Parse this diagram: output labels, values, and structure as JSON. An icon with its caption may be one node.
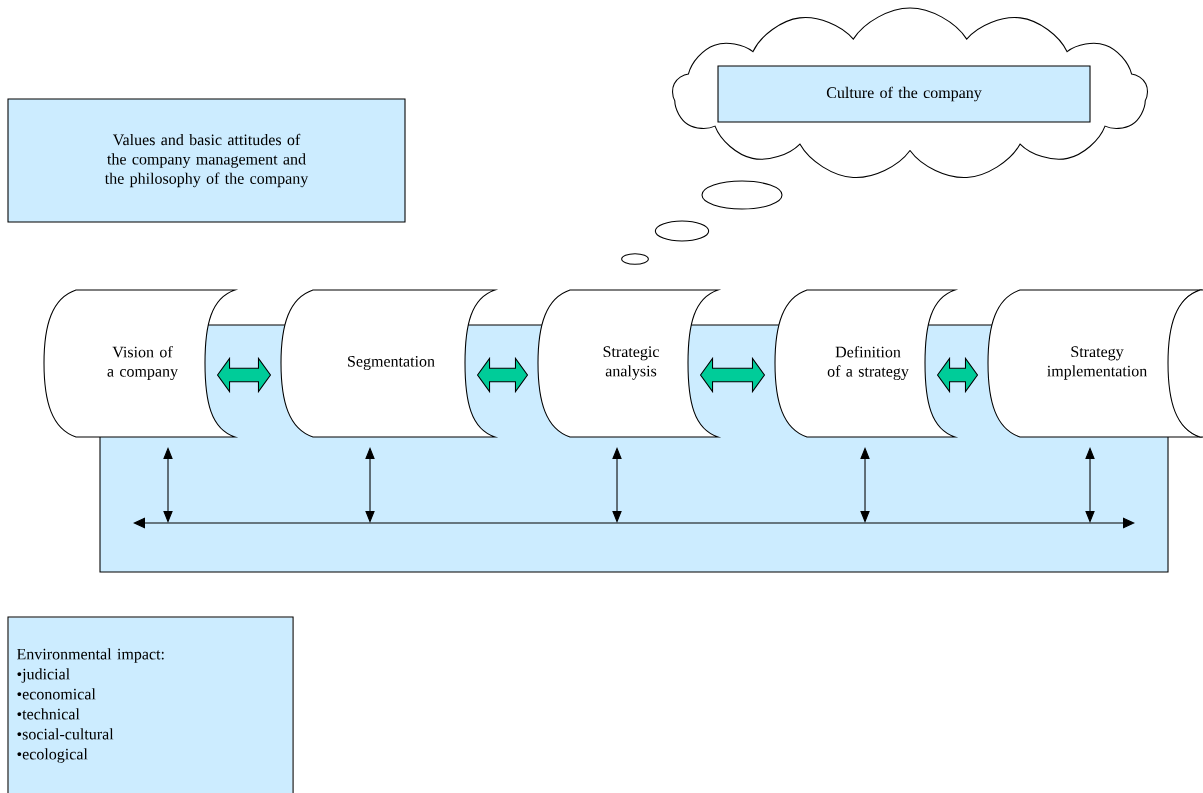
{
  "diagram": {
    "nodes": [
      {
        "text": [
          "Values and basic attitudes of the company management and the philosophy of the company"
        ]
      },
      {
        "text": [],
        "shape": "cloud"
      },
      {
        "text": [
          "Culture of the company"
        ],
        "in": 1
      },
      {
        "text": [
          "Vision of a company"
        ]
      },
      {
        "text": [
          "Segmentation"
        ]
      },
      {
        "text": [
          "Strategic analysis"
        ]
      },
      {
        "text": [
          "Definition of a strategy"
        ]
      },
      {
        "text": [
          "Strategy implementation"
        ]
      },
      {
        "text": [],
        "shape": "scroll"
      },
      {
        "text": [
          "Environmental impact:",
          "•judicial",
          "•economical",
          "•technical",
          "•social-cultural",
          "•ecological"
        ]
      }
    ],
    "edges": [
      {
        "from": 3,
        "to": 4,
        "arrow": "both",
        "color": "#00cc99"
      },
      {
        "from": 4,
        "to": 5,
        "arrow": "both",
        "color": "#00cc99"
      },
      {
        "from": 5,
        "to": 6,
        "arrow": "both",
        "color": "#00cc99"
      },
      {
        "from": 6,
        "to": 7,
        "arrow": "both",
        "color": "#00cc99"
      },
      {
        "from": null,
        "to": 3,
        "arrow": "both"
      },
      {
        "from": null,
        "to": 4,
        "arrow": "both"
      },
      {
        "from": null,
        "to": 5,
        "arrow": "both"
      },
      {
        "from": null,
        "to": 6,
        "arrow": "both"
      },
      {
        "from": null,
        "to": 7,
        "arrow": "both"
      }
    ]
  }
}
